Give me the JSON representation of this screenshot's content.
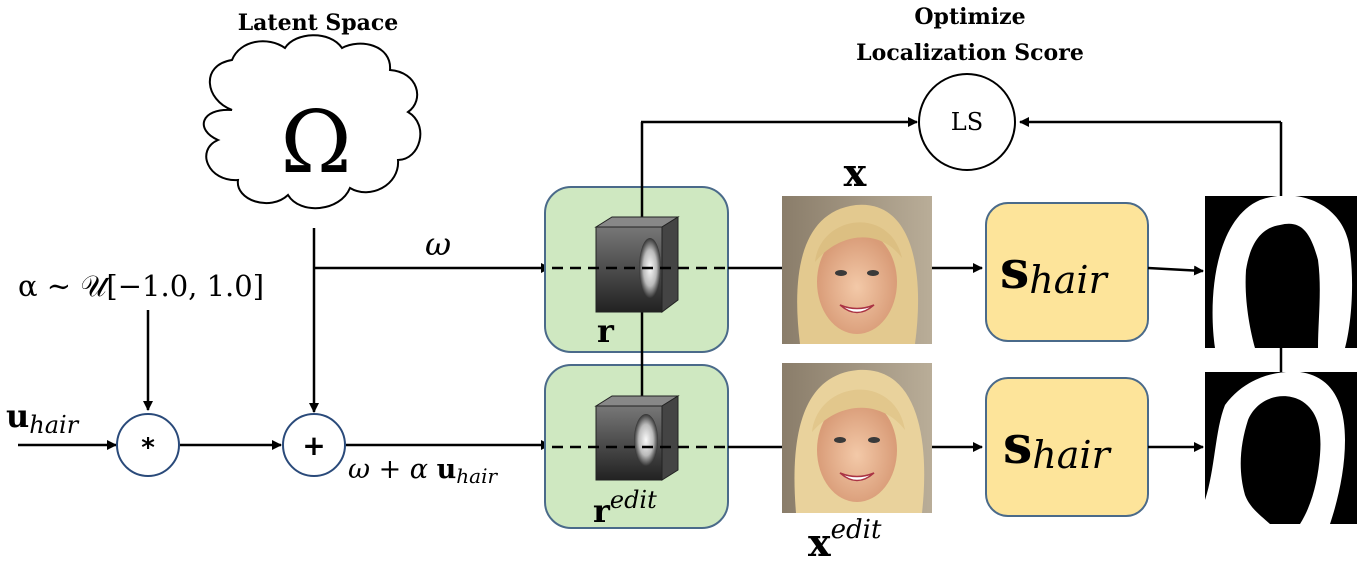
{
  "title_latent": "Latent Space",
  "latent_symbol": "Ω",
  "title_optimize_line1": "Optimize",
  "title_optimize_line2": "Localization Score",
  "ls_label": "LS",
  "omega_label": "ω",
  "alpha_label": "α ∼ 𝒰[−1.0, 1.0]",
  "u_bold": "u",
  "u_sub": "hair",
  "mult_symbol": "*",
  "plus_symbol": "+",
  "sum_label_prefix": "ω + α ",
  "sum_label_u": "u",
  "sum_label_sub": "hair",
  "r_label": "r",
  "r_edit_label": "r",
  "r_edit_sup": "edit",
  "x_label": "x",
  "x_edit_label": "x",
  "x_edit_sup": "edit",
  "s_bold": "s",
  "s_sub": "hair",
  "colors": {
    "green_box_fill": "#cfe8c1",
    "green_box_stroke": "#4a6a8a",
    "yellow_box_fill": "#fde49a",
    "yellow_box_stroke": "#4a6a8a",
    "circle_stroke": "#2a4a7a",
    "arrow": "#000000"
  }
}
